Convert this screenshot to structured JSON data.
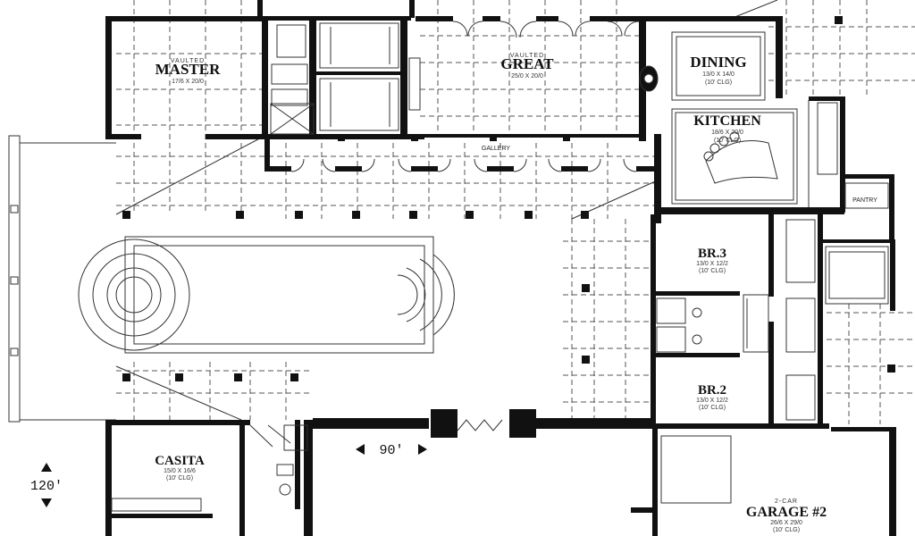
{
  "rooms": {
    "master": {
      "prefix": "VAULTED",
      "name": "MASTER",
      "dims": "17/6 X 20/0"
    },
    "great": {
      "prefix": "VAULTED",
      "name": "GREAT",
      "dims": "25/0 X 20/0"
    },
    "dining": {
      "name": "DINING",
      "dims": "13/0 X 14/0",
      "clg": "(10' CLG)"
    },
    "kitchen": {
      "name": "KITCHEN",
      "dims": "18/6 X 20/0",
      "clg": "(10' CLG)"
    },
    "pantry": {
      "name": "PANTRY"
    },
    "br3": {
      "name": "BR.3",
      "dims": "13/0 X 12/2",
      "clg": "(10' CLG)"
    },
    "br2": {
      "name": "BR.2",
      "dims": "13/0 X 12/2",
      "clg": "(10' CLG)"
    },
    "casita": {
      "name": "CASITA",
      "dims": "15/0 X 16/6",
      "clg": "(10' CLG)"
    },
    "garage": {
      "prefix": "2-CAR",
      "name": "GARAGE #2",
      "dims": "26/6 X 29/0",
      "clg": "(10' CLG)"
    }
  },
  "labels": {
    "gallery": "GALLERY"
  },
  "dimensions": {
    "width": "90'",
    "depth": "120'"
  }
}
